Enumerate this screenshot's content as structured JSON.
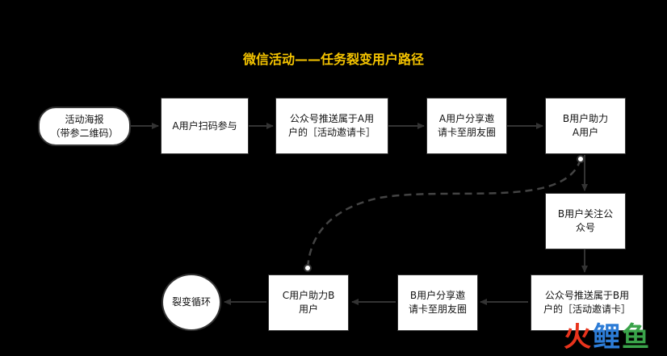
{
  "title": "微信活动——任务裂变用户路径",
  "nodes": {
    "poster": "活动海报\n（带参二维码）",
    "a_scan": "A用户扫码参与",
    "push_a": "公众号推送属于A用\n户的［活动邀请卡］",
    "a_share": "A用户分享邀\n请卡至朋友圈",
    "b_help": "B用户助力\nA用户",
    "b_follow": "B用户关注公\n众号",
    "push_b": "公众号推送属于B用\n户的［活动邀请卡］",
    "b_share": "B用户分享邀\n请卡至朋友圈",
    "c_help": "C用户助力B\n用户",
    "loop": "裂变循环"
  },
  "watermark": {
    "char1": "火",
    "char2": "鲤",
    "char3": "鱼"
  },
  "colors": {
    "background": "#000000",
    "title": "#f5c400",
    "arrow": "#333333",
    "dashed": "#444444"
  }
}
